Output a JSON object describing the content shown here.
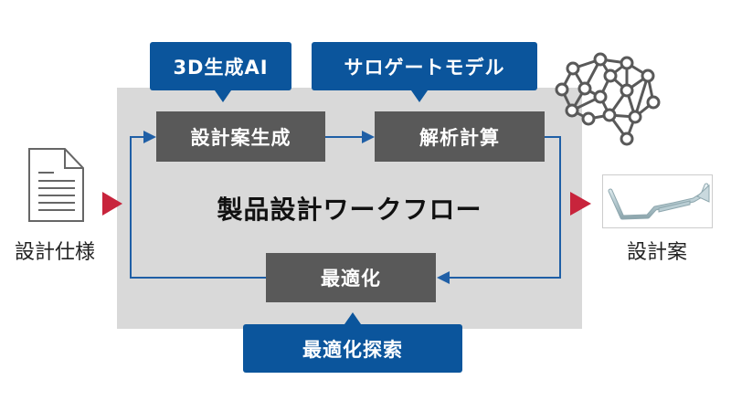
{
  "diagram": {
    "title": "製品設計ワークフロー",
    "input": {
      "label": "設計仕様",
      "icon": "document-icon"
    },
    "output": {
      "label": "設計案",
      "icon": "pipe-part-image"
    },
    "steps": [
      {
        "id": "generate",
        "label": "設計案生成"
      },
      {
        "id": "analyze",
        "label": "解析計算"
      },
      {
        "id": "optimize",
        "label": "最適化"
      }
    ],
    "callouts": [
      {
        "target": "generate",
        "label": "3D生成AI"
      },
      {
        "target": "analyze",
        "label": "サロゲートモデル"
      },
      {
        "target": "optimize",
        "label": "最適化探索"
      }
    ],
    "decoration": {
      "icon": "brain-network-icon"
    },
    "colors": {
      "callout": "#0b559c",
      "step": "#595959",
      "panel": "#d9d9d9",
      "flow_arrow": "#1f5fa6",
      "io_arrow": "#c8243c"
    }
  }
}
